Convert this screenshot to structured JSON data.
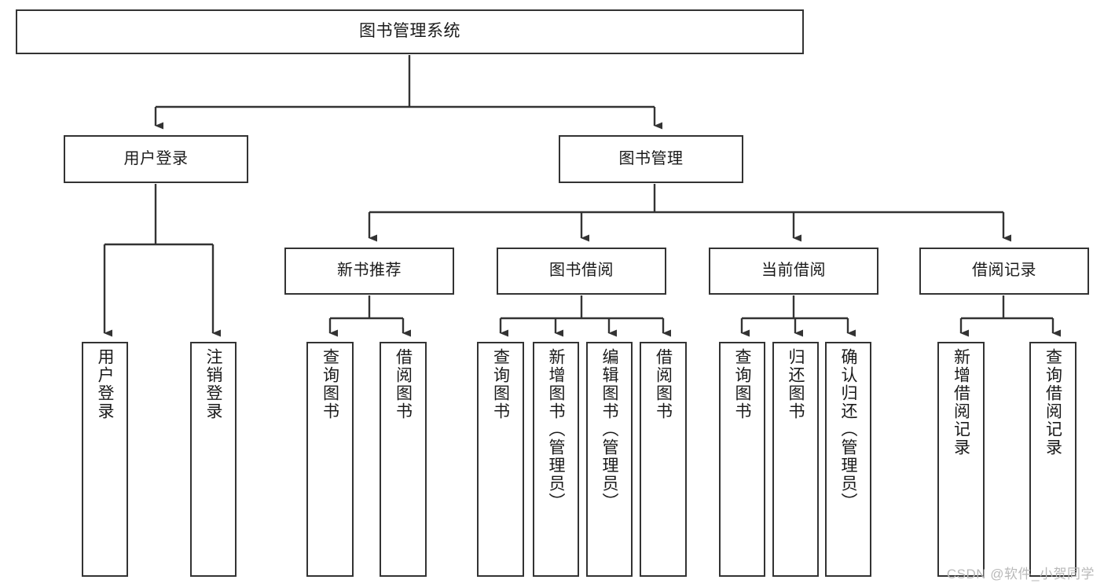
{
  "diagram": {
    "title": "图书管理系统",
    "type": "tree",
    "root": {
      "id": "root",
      "label": "图书管理系统",
      "level": 1
    },
    "level2": [
      {
        "id": "user-login",
        "label": "用户登录",
        "level": 2
      },
      {
        "id": "book-manage",
        "label": "图书管理",
        "level": 2
      }
    ],
    "level3": [
      {
        "id": "new-book-recommend",
        "label": "新书推荐",
        "level": 3,
        "parent": "book-manage"
      },
      {
        "id": "book-borrow",
        "label": "图书借阅",
        "level": 3,
        "parent": "book-manage"
      },
      {
        "id": "current-borrow",
        "label": "当前借阅",
        "level": 3,
        "parent": "book-manage"
      },
      {
        "id": "borrow-record",
        "label": "借阅记录",
        "level": 3,
        "parent": "book-manage"
      }
    ],
    "leaves": [
      {
        "id": "leaf-user-login",
        "label": "用户登录",
        "parent": "user-login"
      },
      {
        "id": "leaf-logout-login",
        "label": "注销登录",
        "parent": "user-login"
      },
      {
        "id": "leaf-query-book-rec",
        "label": "查询图书",
        "parent": "new-book-recommend"
      },
      {
        "id": "leaf-borrow-book-rec",
        "label": "借阅图书",
        "parent": "new-book-recommend"
      },
      {
        "id": "leaf-query-book-borrow",
        "label": "查询图书",
        "parent": "book-borrow"
      },
      {
        "id": "leaf-add-book-admin",
        "label": "新增图书（管理员）",
        "parent": "book-borrow"
      },
      {
        "id": "leaf-edit-book-admin",
        "label": "编辑图书（管理员）",
        "parent": "book-borrow"
      },
      {
        "id": "leaf-borrow-book",
        "label": "借阅图书",
        "parent": "book-borrow"
      },
      {
        "id": "leaf-query-book-current",
        "label": "查询图书",
        "parent": "current-borrow"
      },
      {
        "id": "leaf-return-book",
        "label": "归还图书",
        "parent": "current-borrow"
      },
      {
        "id": "leaf-confirm-return-admin",
        "label": "确认归还（管理员）",
        "parent": "current-borrow"
      },
      {
        "id": "leaf-add-borrow-record",
        "label": "新增借阅记录",
        "parent": "borrow-record"
      },
      {
        "id": "leaf-query-borrow-record",
        "label": "查询借阅记录",
        "parent": "borrow-record"
      }
    ],
    "colors": {
      "border": "#333333",
      "background": "#ffffff",
      "text": "#1a1a1a",
      "connector": "#333333",
      "watermark": "#b9b9b9"
    }
  },
  "watermark": {
    "text": "CSDN @软件_小贺同学"
  }
}
